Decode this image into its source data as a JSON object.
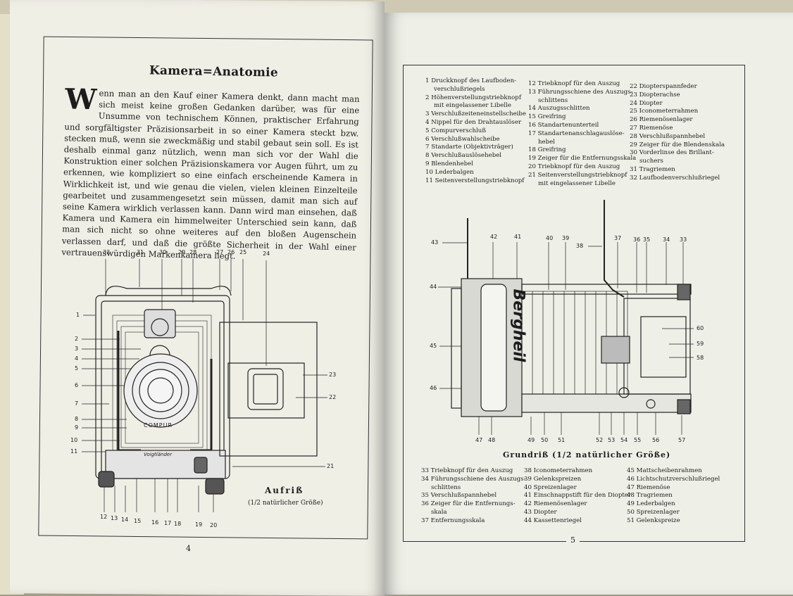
{
  "left_page": {
    "title": "Kamera=Anatomie",
    "drop_cap": "W",
    "paragraph": "enn man an den Kauf einer Kamera denkt, dann macht man sich meist keine großen Gedanken darüber, was für eine Unsumme von technischem Können, praktischer Erfahrung und sorgfältigster Präzisionsarbeit in so einer Kamera steckt bzw. stecken muß, wenn sie zweckmäßig und stabil gebaut sein soll. Es ist deshalb einmal ganz nützlich, wenn man sich vor der Wahl die Konstruktion einer solchen Präzisionskamera vor Augen führt, um zu erkennen, wie kompliziert so eine einfach erscheinende Kamera in Wirklichkeit ist, und wie genau die vielen, vielen kleinen Einzelteile gearbeitet und zusammengesetzt sein müssen, damit man sich auf seine Kamera wirklich verlassen kann. Dann wird man einsehen, daß Kamera und Kamera ein himmelweiter Unterschied sein kann, daß man sich nicht so ohne weiteres auf den bloßen Augenschein verlassen darf, und daß die größte Sicherheit in der Wahl einer vertrauenswürdigen Markenkamera liegt.",
    "figure_caption": "Aufriß",
    "figure_subcaption": "(1/2 natürlicher Größe)",
    "lens_labels": [
      "COMPUR",
      "Voigtländer"
    ],
    "page_number": "4"
  },
  "right_page": {
    "legend_top": [
      [
        "1 Druckknopf des Laufboden-",
        "verschlußriegels",
        "2 Höhenverstellungstriebknopf",
        "mit eingelassener Libelle",
        "3 Verschlußzeiteneinstellscheibe",
        "4 Nippel für den Drahtauslöser",
        "5 Compurverschluß",
        "6 Verschlußwahlscheibe",
        "7 Standarte (Objektivträger)",
        "8 Verschlußauslösehebel",
        "9 Blendenhebel",
        "10 Lederbalgen",
        "11 Seitenverstellungstriebknopf"
      ],
      [
        "12 Triebknopf für den Auszug",
        "13 Führungsschiene des Auszugs-",
        "schlittens",
        "14 Auszugsschlitten",
        "15 Greifring",
        "16 Standartenunterteil",
        "17 Standartenanschlagauslöse-",
        "hebel",
        "18 Greifring",
        "19 Zeiger für die Entfernungsskala",
        "20 Triebknopf für den Auszug",
        "21 Seitenverstellungstriebknopf",
        "mit eingelassener Libelle"
      ],
      [
        "22 Diopterspannfeder",
        "23 Diopterachse",
        "24 Diopter",
        "25 Iconometerrahmen",
        "26 Riemenösenlager",
        "27 Riemenöse",
        "28 Verschlußspannhebel",
        "29 Zeiger für die Blendenskala",
        "30 Vorderlinse des Brillant-",
        "suchers",
        "31 Tragriemen",
        "32 Laufbodenverschlußriegel"
      ]
    ],
    "legend_bottom": [
      [
        "33 Triebknopf für den Auszug",
        "34 Führungsschiene des Auszugs-",
        "schlittens",
        "35 Verschlußspannhebel",
        "36 Zeiger für die Entfernungs-",
        "skala",
        "37 Entfernungsskala"
      ],
      [
        "38 Iconometerrahmen",
        "39 Gelenkspreizen",
        "40 Spreizenlager",
        "41 Einschnappstift für den Diopter",
        "42 Riemenösenlager",
        "43 Diopter",
        "44 Kassettenriegel"
      ],
      [
        "45 Mattscheibenrahmen",
        "46 Lichtschutzverschlußriegel",
        "47 Riemenöse",
        "48 Tragriemen",
        "49 Lederbalgen",
        "50 Spreizenlager",
        "51 Gelenkspreize"
      ]
    ],
    "brand": "Bergheil",
    "figure_caption": "Grundriß (1/2 natürlicher Größe)",
    "page_number": "5"
  }
}
